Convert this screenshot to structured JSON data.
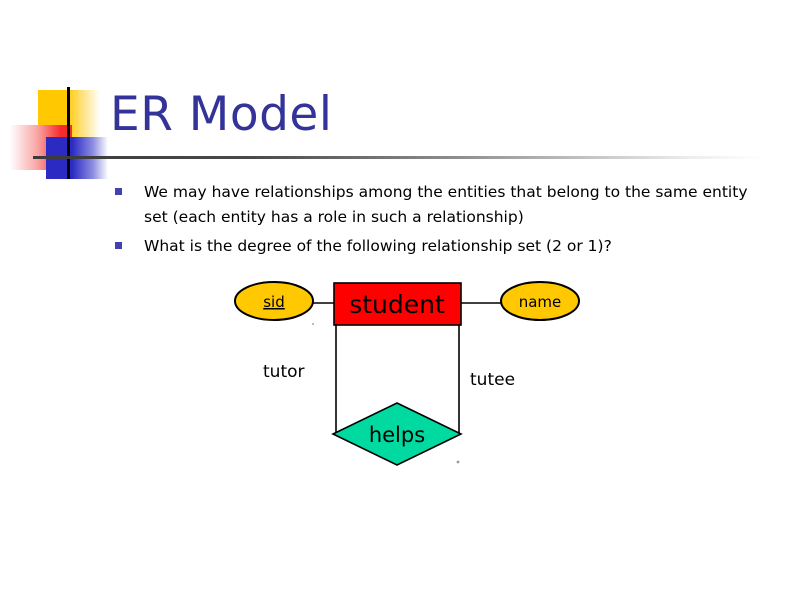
{
  "slide": {
    "title": "ER Model",
    "title_color": "#333399",
    "background": "#ffffff"
  },
  "logo": {
    "yellow_color": "#FFC800",
    "red_color": "#F82A2A",
    "blue_color": "#2B2BC4",
    "line_color": "#000000"
  },
  "bullets": [
    {
      "glyph": "square-bullet",
      "text": "We may have relationships among the entities that belong to the same entity set (each entity has a role in such a relationship)"
    },
    {
      "glyph": "square-bullet",
      "text": "What is the degree of the following relationship set (2 or 1)?"
    }
  ],
  "bullet_color": "#4141B0",
  "diagram": {
    "type": "entity-relationship",
    "entity": {
      "label": "student",
      "fill": "#FF0000",
      "stroke": "#000000"
    },
    "attributes": [
      {
        "label": "sid",
        "fill": "#FFC800",
        "underlined": true,
        "key": "primary"
      },
      {
        "label": "name",
        "fill": "#FFC800",
        "underlined": false,
        "key": "none"
      }
    ],
    "relationship": {
      "label": "helps",
      "fill": "#00D9A0",
      "stroke": "#000000"
    },
    "roles": [
      {
        "label": "tutor"
      },
      {
        "label": "tutee"
      }
    ]
  }
}
